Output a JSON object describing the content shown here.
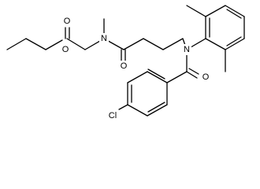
{
  "atoms": {
    "o_carbonyl_ester": "O",
    "o_ether_ester": "O",
    "n_amide_methyl": "N",
    "o_carbonyl_amide": "O",
    "n_aryl_amide": "N",
    "o_carbonyl_benzoyl": "O",
    "cl": "Cl"
  }
}
